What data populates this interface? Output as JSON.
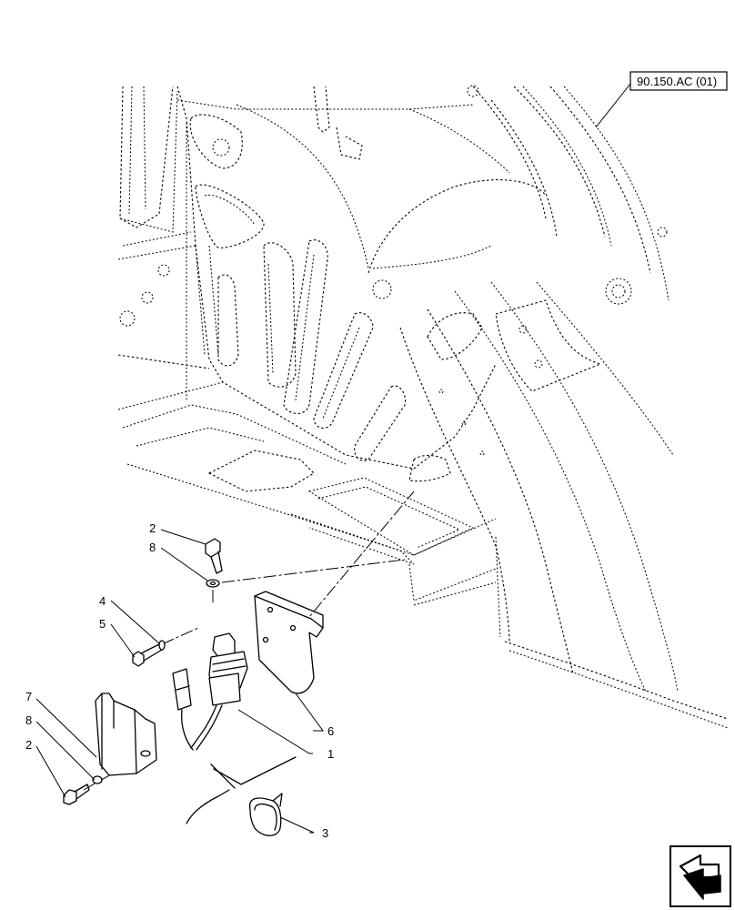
{
  "reference": {
    "label": "90.150.AC (01)"
  },
  "callouts": [
    {
      "id": "c-2-top",
      "text": "2"
    },
    {
      "id": "c-8-top",
      "text": "8"
    },
    {
      "id": "c-4",
      "text": "4"
    },
    {
      "id": "c-5",
      "text": "5"
    },
    {
      "id": "c-7",
      "text": "7"
    },
    {
      "id": "c-8-bottom",
      "text": "8"
    },
    {
      "id": "c-2-bottom",
      "text": "2"
    },
    {
      "id": "c-6",
      "text": "6"
    },
    {
      "id": "c-1",
      "text": "1"
    },
    {
      "id": "c-3",
      "text": "3"
    }
  ],
  "icons": {
    "navigation": "previous-page-arrow-icon"
  }
}
